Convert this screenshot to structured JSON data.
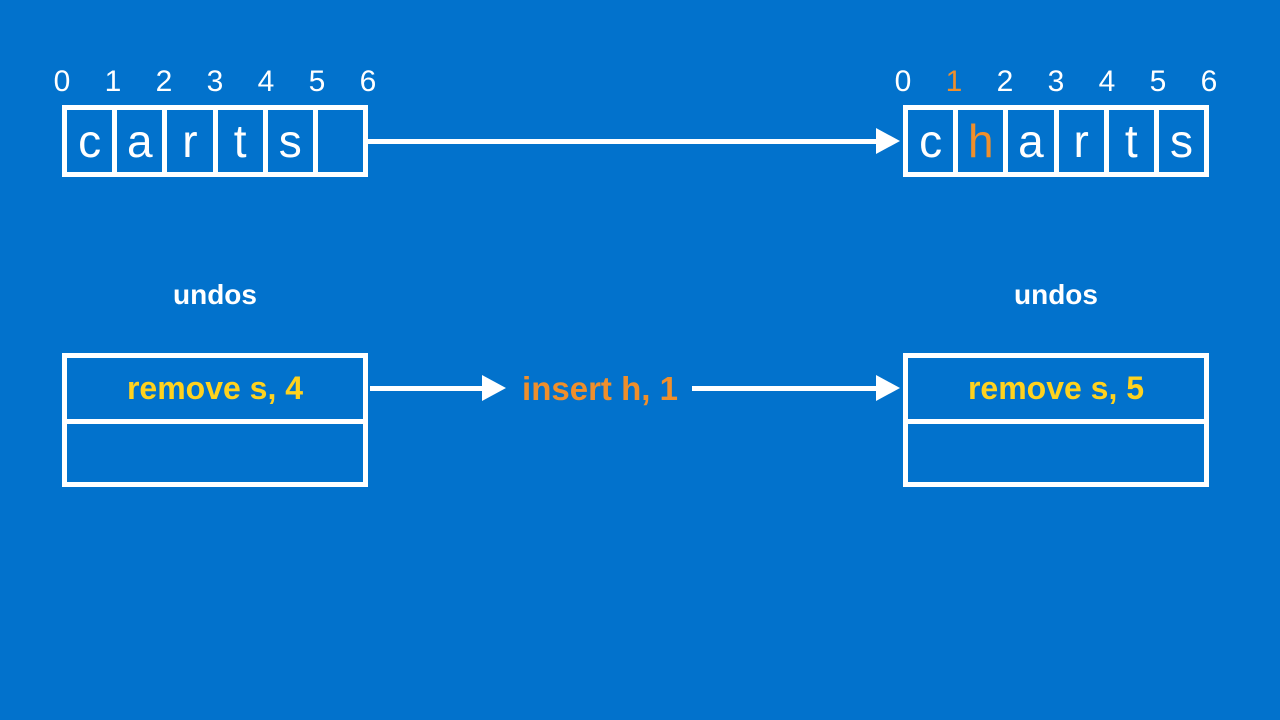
{
  "colors": {
    "background": "#0272cc",
    "stroke_white": "#ffffff",
    "highlight_orange": "#ef8f2c",
    "accent_yellow": "#ffd21e"
  },
  "left_panel": {
    "indices": [
      "0",
      "1",
      "2",
      "3",
      "4",
      "5",
      "6"
    ],
    "cells": [
      "c",
      "a",
      "r",
      "t",
      "s",
      ""
    ],
    "stack_title": "undos",
    "stack_rows": [
      "remove s, 4",
      ""
    ]
  },
  "right_panel": {
    "indices": [
      "0",
      "1",
      "2",
      "3",
      "4",
      "5",
      "6"
    ],
    "cells": [
      "c",
      "h",
      "a",
      "r",
      "t",
      "s"
    ],
    "highlighted_index": 1,
    "stack_title": "undos",
    "stack_rows": [
      "remove s, 5",
      ""
    ]
  },
  "transition": {
    "operation_label": "insert h, 1"
  }
}
